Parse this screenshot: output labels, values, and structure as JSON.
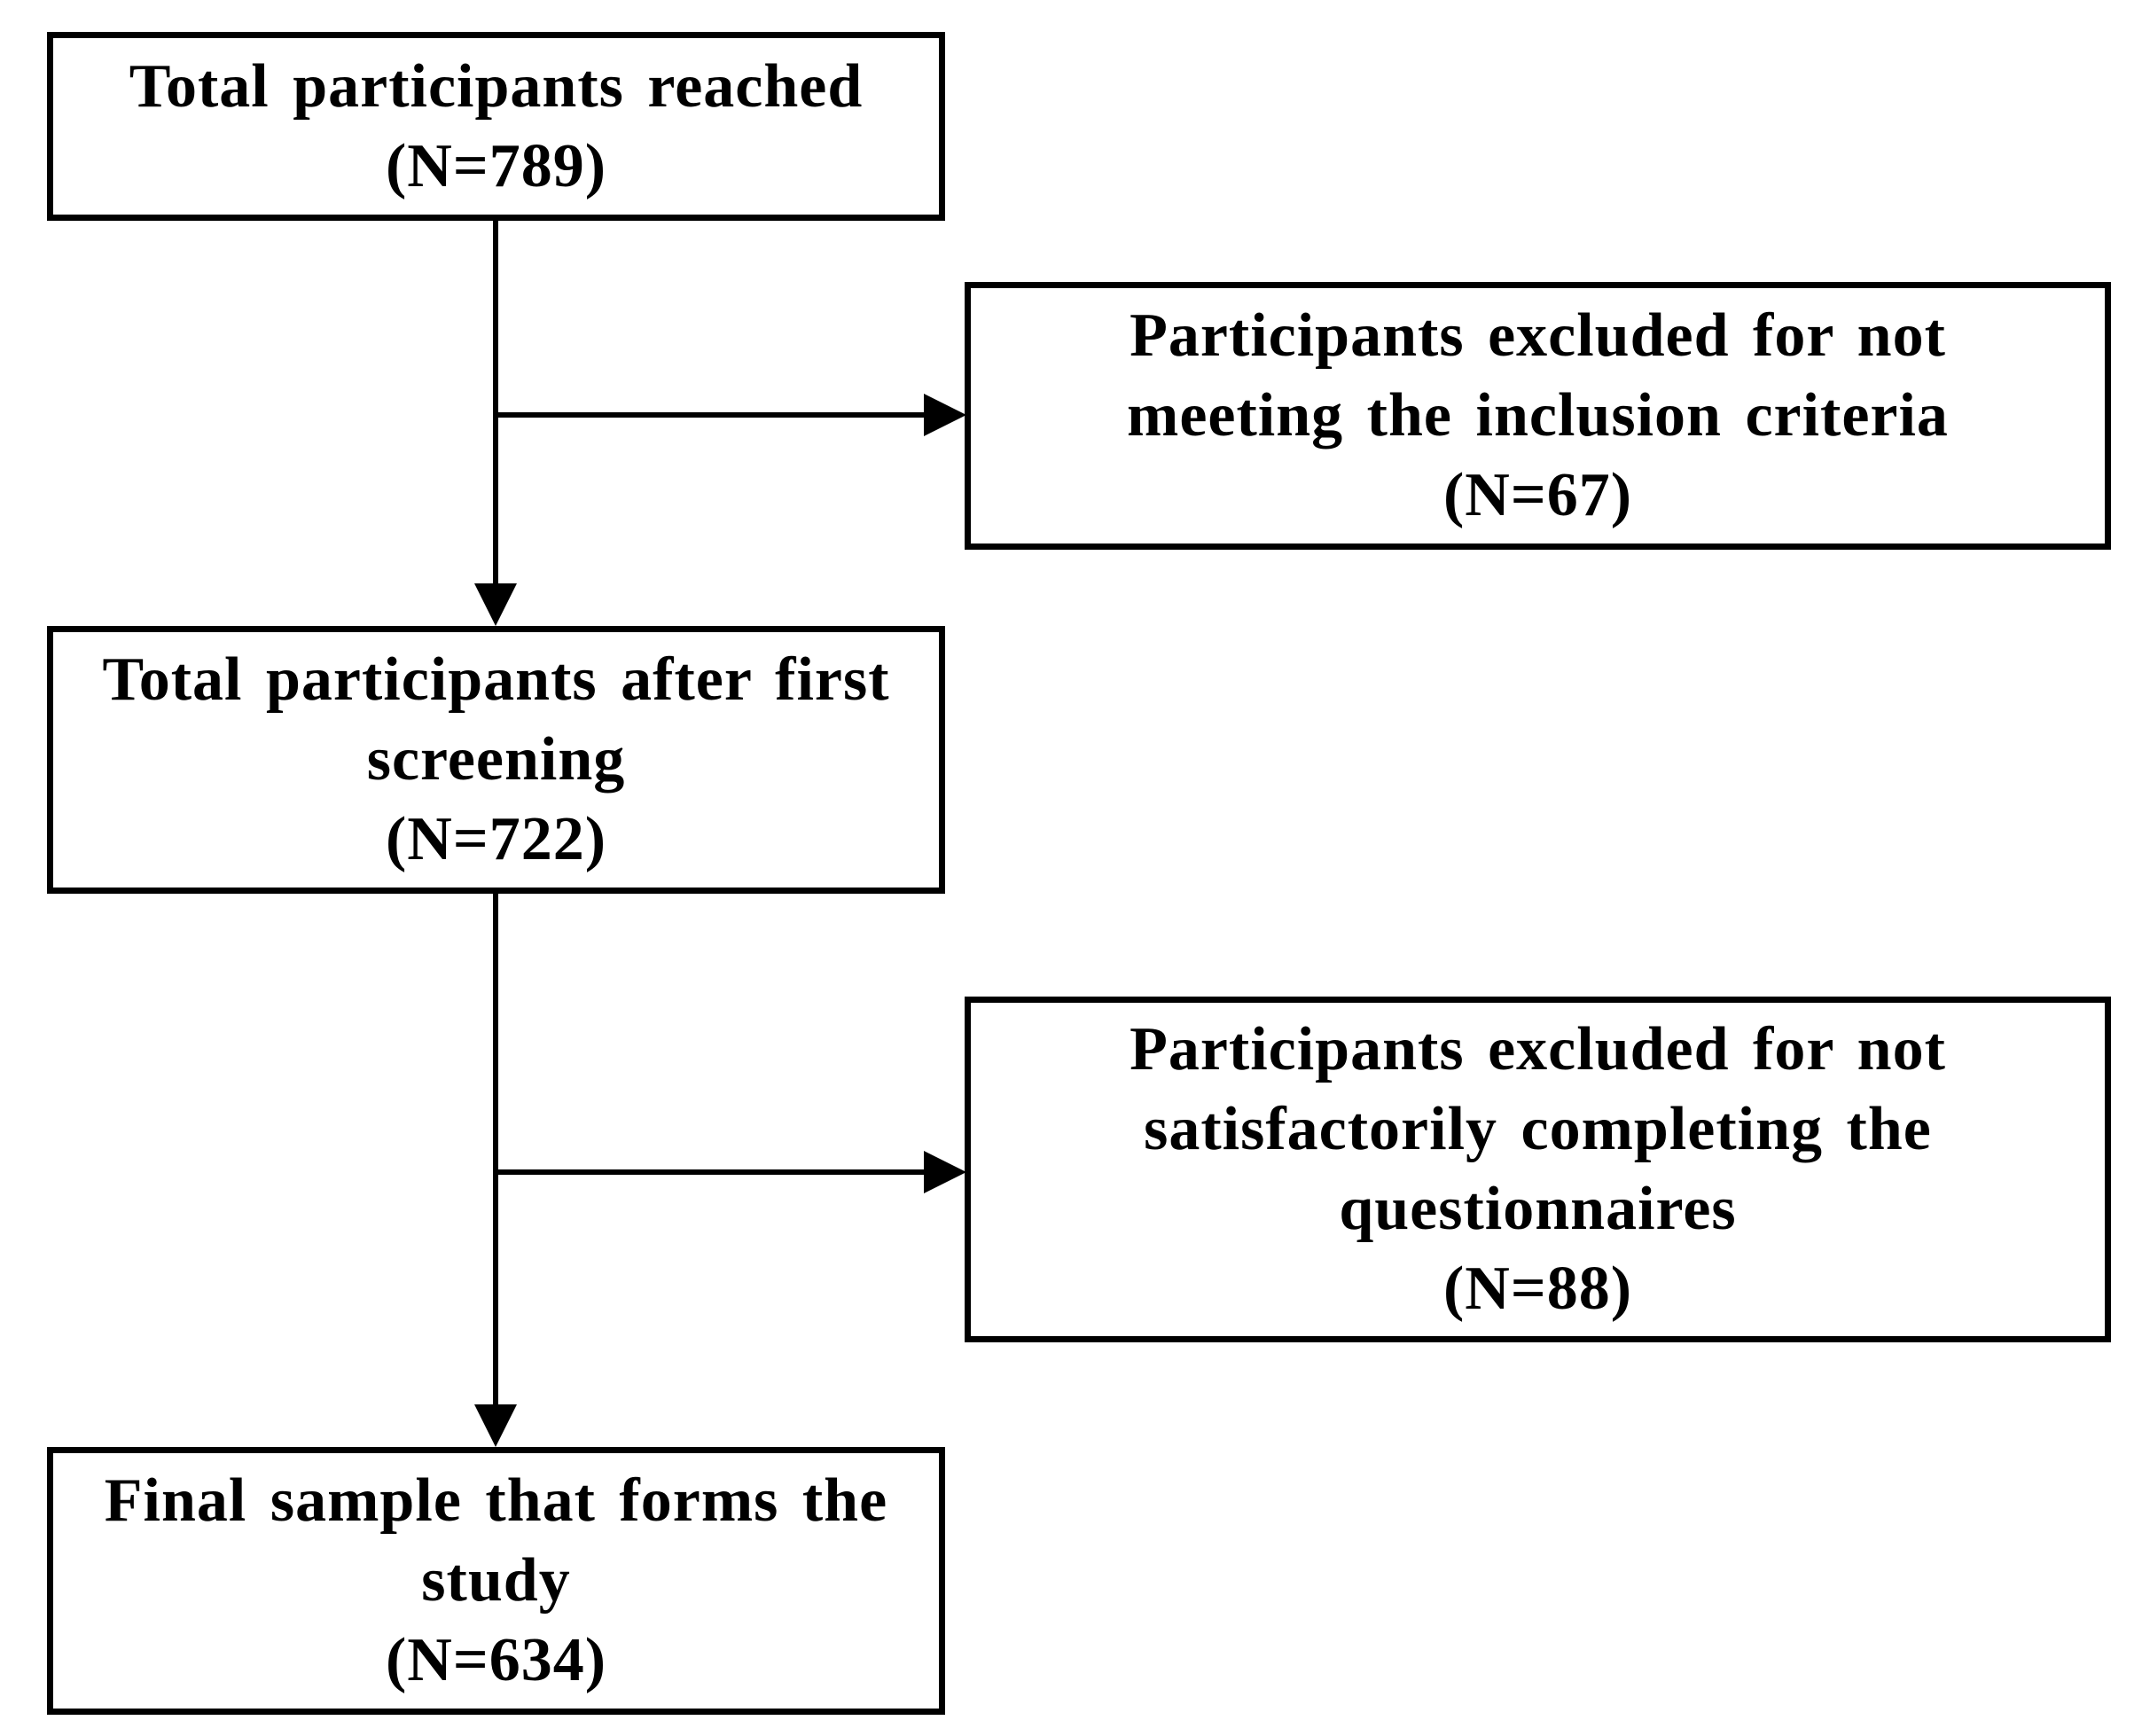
{
  "flowchart": {
    "reached": {
      "lines": [
        "Total participants reached",
        "(N=789)"
      ]
    },
    "excluded_inclusion": {
      "lines": [
        "Participants excluded for not",
        "meeting the inclusion criteria",
        "(N=67)"
      ]
    },
    "after_screening": {
      "lines": [
        "Total participants after first",
        "screening",
        "(N=722)"
      ]
    },
    "excluded_questionnaires": {
      "lines": [
        "Participants excluded for not",
        "satisfactorily completing the",
        "questionnaires",
        "(N=88)"
      ]
    },
    "final_sample": {
      "lines": [
        "Final sample that forms the",
        "study",
        "(N=634)"
      ]
    }
  }
}
